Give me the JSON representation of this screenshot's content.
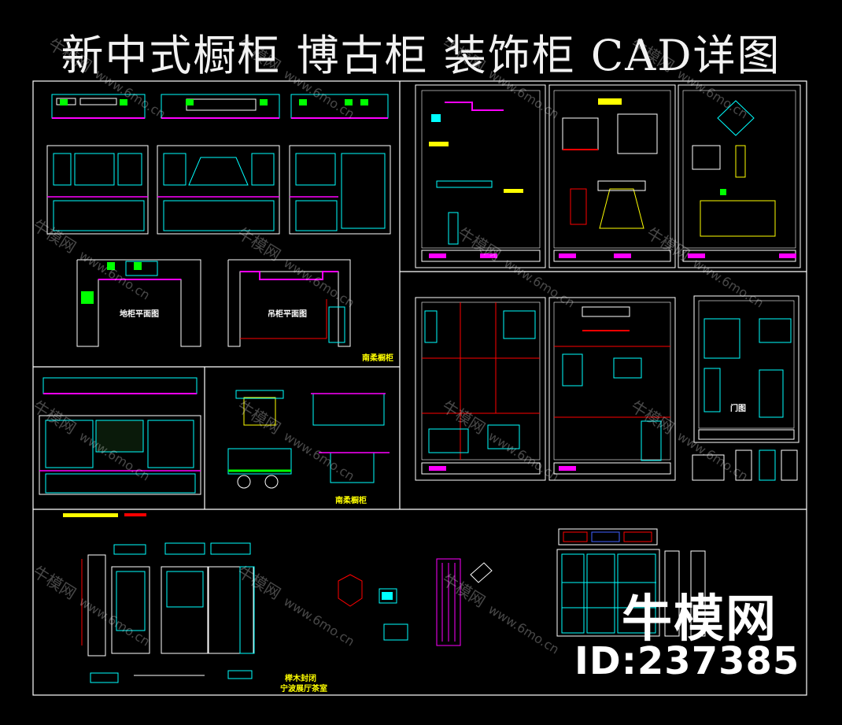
{
  "header": {
    "title": "新中式橱柜 博古柜 装饰柜 CAD详图"
  },
  "watermark": {
    "brand_text": "牛模网",
    "id_text": "ID:237385",
    "small_cn": "牛模网",
    "small_url": "www.6mo.cn"
  },
  "labels": {
    "floor_plan": "地柜平面图",
    "wall_plan": "吊柜平面图",
    "detail_a": "南柔橱柜",
    "detail_b": "南柔橱柜",
    "door": "门图",
    "bottom_title": "榉木封闭",
    "bottom_sub": "宁波展厅茶室"
  },
  "colors": {
    "background": "#000000",
    "frame": "#ffffff",
    "cyan": "#00ffff",
    "magenta": "#ff00ff",
    "yellow": "#ffff00",
    "green": "#00ff00",
    "red": "#ff0000",
    "blue": "#4060ff"
  }
}
